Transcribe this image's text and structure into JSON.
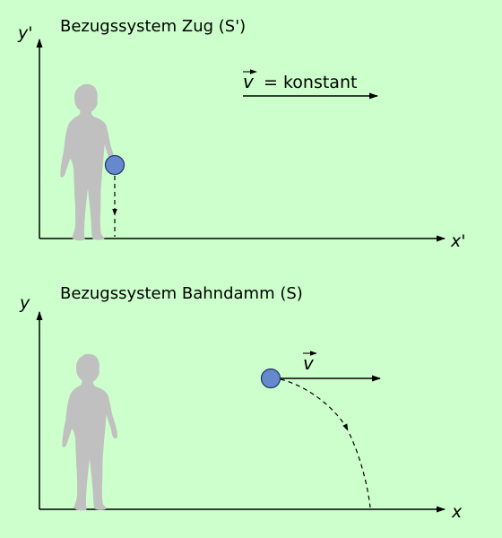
{
  "colors": {
    "background": "#ccffcc",
    "person_fill": "#c0c0c0",
    "ball_fill": "#6688cc",
    "ball_stroke": "#223366",
    "line": "#000000"
  },
  "panel_top": {
    "title": "Bezugssystem Zug (S')",
    "y_axis_label": "y'",
    "x_axis_label": "x'",
    "velocity_symbol": "v",
    "velocity_text": "= konstant",
    "ball_path": "straight-down-dashed"
  },
  "panel_bottom": {
    "title": "Bezugssystem Bahndamm (S)",
    "y_axis_label": "y",
    "x_axis_label": "x",
    "velocity_symbol": "v",
    "ball_path": "parabolic-dashed"
  },
  "icons": {
    "person": "person-silhouette-icon",
    "ball": "ball-icon",
    "vector_arrow": "vector-arrow-icon"
  }
}
